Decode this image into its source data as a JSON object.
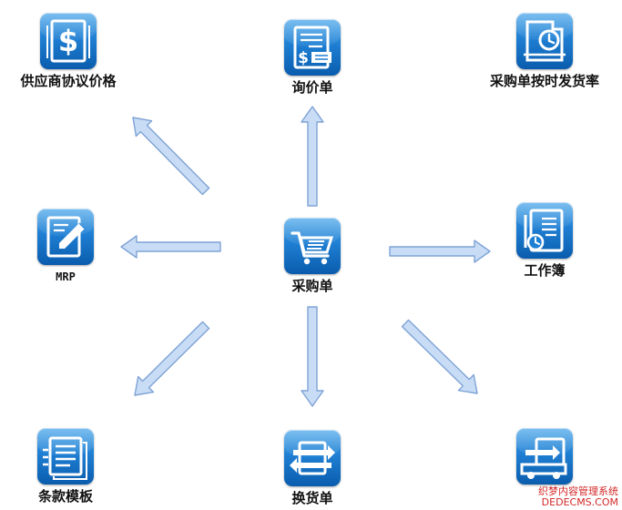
{
  "nodes": {
    "center": {
      "label": "采购单",
      "icon": "shopping-cart-icon"
    },
    "top_left": {
      "label": "供应商协议价格",
      "icon": "dollar-document-icon"
    },
    "top_center": {
      "label": "询价单",
      "icon": "price-inquiry-icon"
    },
    "top_right": {
      "label": "采购单按时发货率",
      "icon": "clock-document-icon"
    },
    "mid_left": {
      "label": "MRP",
      "icon": "edit-pencil-icon"
    },
    "mid_right": {
      "label": "工作簿",
      "icon": "workbook-clock-icon"
    },
    "bottom_left": {
      "label": "条款模板",
      "icon": "template-document-icon"
    },
    "bottom_center": {
      "label": "换货单",
      "icon": "exchange-arrows-icon"
    },
    "bottom_right": {
      "label": "",
      "icon": "delivery-truck-icon"
    }
  },
  "watermark": {
    "line1": "织梦内容管理系统",
    "line2": "DEDECMS.COM"
  },
  "colors": {
    "tile_top": "#49a6ea",
    "tile_bottom": "#0a5cad",
    "arrow_fill": "#c9dcf5",
    "arrow_stroke": "#7ea3d6"
  }
}
